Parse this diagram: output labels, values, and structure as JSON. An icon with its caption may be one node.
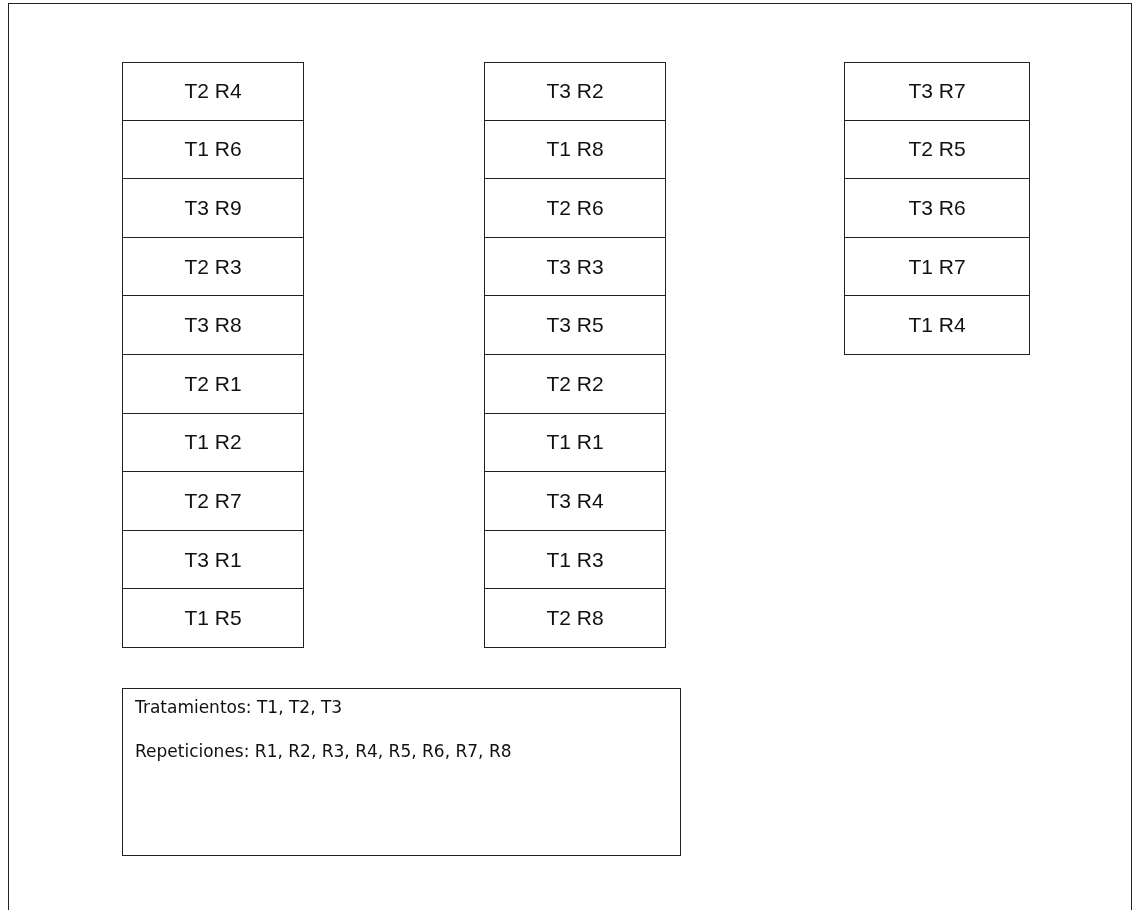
{
  "diagram": {
    "nodes": [
      {
        "text": [
          "T2 R4"
        ]
      },
      {
        "text": [
          "T1 R6"
        ]
      },
      {
        "text": [
          "T3 R9"
        ]
      },
      {
        "text": [
          "T2 R3"
        ]
      },
      {
        "text": [
          "T3 R8"
        ]
      },
      {
        "text": [
          "T2 R1"
        ]
      },
      {
        "text": [
          "T1 R2"
        ]
      },
      {
        "text": [
          "T2 R7"
        ]
      },
      {
        "text": [
          "T3 R1"
        ]
      },
      {
        "text": [
          "T1 R5"
        ]
      },
      {
        "text": [
          "T3 R2"
        ]
      },
      {
        "text": [
          "T1 R8"
        ]
      },
      {
        "text": [
          "T2 R6"
        ]
      },
      {
        "text": [
          "T3 R3"
        ]
      },
      {
        "text": [
          "T3 R5"
        ]
      },
      {
        "text": [
          "T2 R2"
        ]
      },
      {
        "text": [
          "T1 R1"
        ]
      },
      {
        "text": [
          "T3 R4"
        ]
      },
      {
        "text": [
          "T1 R3"
        ]
      },
      {
        "text": [
          "T2 R8"
        ]
      },
      {
        "text": [
          "T3 R7"
        ]
      },
      {
        "text": [
          "T2 R5"
        ]
      },
      {
        "text": [
          "T3 R6"
        ]
      },
      {
        "text": [
          "T1 R7"
        ]
      },
      {
        "text": [
          "T1 R4"
        ]
      },
      {
        "text": [
          "Tratamientos: T1, T2, T3",
          "Repeticiones: R1, R2, R3, R4, R5, R6, R7, R8"
        ]
      }
    ]
  }
}
